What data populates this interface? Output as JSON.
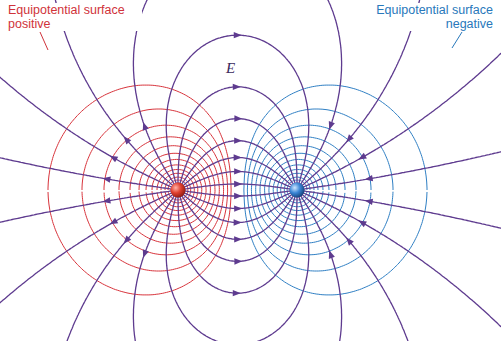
{
  "diagram": {
    "labels": [
      "Equipotential surface positive",
      "Equipotential surface negative",
      "E⃗"
    ]
  }
}
